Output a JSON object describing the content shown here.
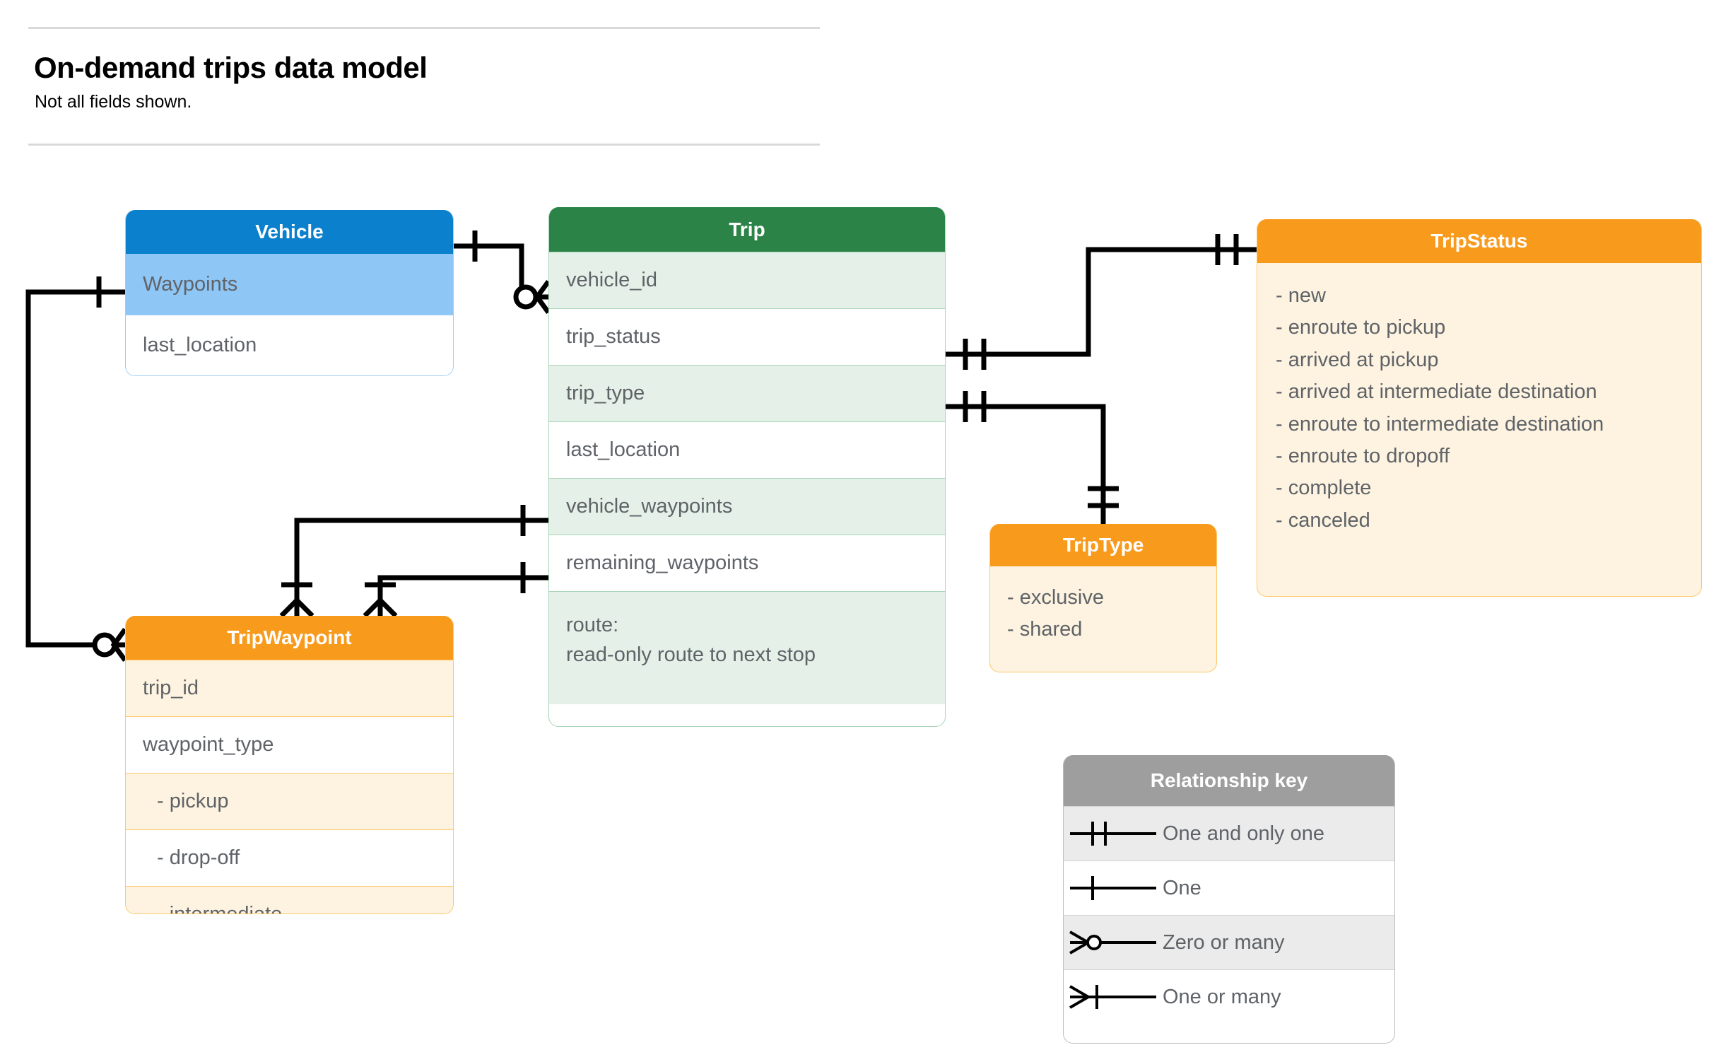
{
  "header": {
    "title": "On-demand trips data model",
    "subtitle": "Not all fields shown."
  },
  "entities": {
    "vehicle": {
      "name": "Vehicle",
      "header_color": "#0b80cd",
      "rows": [
        "Waypoints",
        "last_location"
      ]
    },
    "trip": {
      "name": "Trip",
      "header_color": "#2b8347",
      "rows": [
        "vehicle_id",
        "trip_status",
        "trip_type",
        "last_location",
        "vehicle_waypoints",
        "remaining_waypoints"
      ],
      "route_label": "route:",
      "route_desc": "read-only route to next stop"
    },
    "trip_waypoint": {
      "name": "TripWaypoint",
      "header_color": "#f89a1c",
      "rows": [
        "trip_id",
        "waypoint_type",
        "-  pickup",
        "-  drop-off",
        "-  intermediate"
      ]
    },
    "trip_type": {
      "name": "TripType",
      "header_color": "#f89a1c",
      "values": [
        "- exclusive",
        "- shared"
      ]
    },
    "trip_status": {
      "name": "TripStatus",
      "header_color": "#f89a1c",
      "values": [
        "- new",
        "- enroute to pickup",
        "- arrived at pickup",
        "- arrived at intermediate destination",
        "- enroute to intermediate destination",
        "- enroute to dropoff",
        "- complete",
        "- canceled"
      ]
    }
  },
  "legend": {
    "title": "Relationship key",
    "header_color": "#9e9e9e",
    "items": [
      {
        "symbol": "one-and-only-one",
        "label": "One and only one"
      },
      {
        "symbol": "one",
        "label": "One"
      },
      {
        "symbol": "zero-or-many",
        "label": "Zero or many"
      },
      {
        "symbol": "one-or-many",
        "label": "One or many"
      }
    ]
  },
  "relationships": [
    {
      "from": "Vehicle",
      "from_card": "one",
      "to": "Trip.vehicle_id",
      "to_card": "zero-or-many"
    },
    {
      "from": "Vehicle.Waypoints",
      "from_card": "one",
      "to": "TripWaypoint",
      "to_card": "zero-or-many"
    },
    {
      "from": "Trip.trip_status",
      "from_card": "one-and-only-one",
      "to": "TripStatus",
      "to_card": "one-and-only-one"
    },
    {
      "from": "Trip.trip_type",
      "from_card": "one-and-only-one",
      "to": "TripType",
      "to_card": "one-and-only-one"
    },
    {
      "from": "Trip.vehicle_waypoints",
      "from_card": "one",
      "to": "TripWaypoint",
      "to_card": "one-or-many"
    },
    {
      "from": "Trip.remaining_waypoints",
      "from_card": "one",
      "to": "TripWaypoint",
      "to_card": "one-or-many"
    }
  ]
}
